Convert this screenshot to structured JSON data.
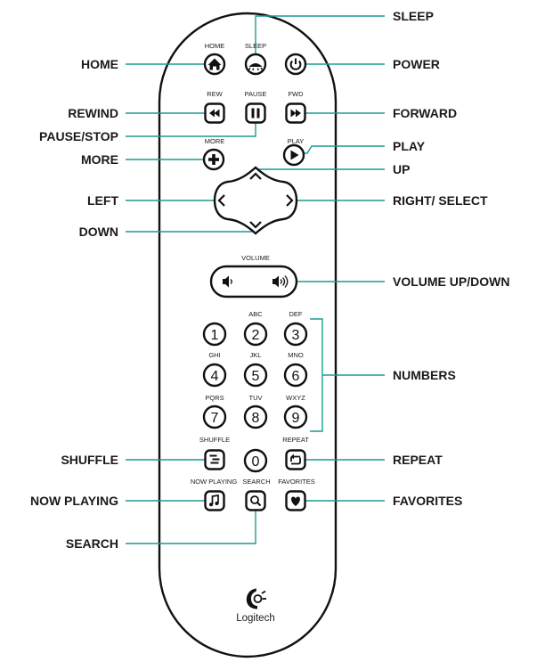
{
  "callouts": {
    "sleep": "SLEEP",
    "home": "HOME",
    "power": "POWER",
    "rewind": "REWIND",
    "forward": "FORWARD",
    "pause_stop": "PAUSE/STOP",
    "play": "PLAY",
    "more": "MORE",
    "up": "UP",
    "left": "LEFT",
    "right_select": "RIGHT/ SELECT",
    "down": "DOWN",
    "volume_up_down": "VOLUME UP/DOWN",
    "numbers": "NUMBERS",
    "shuffle": "SHUFFLE",
    "repeat": "REPEAT",
    "now_playing": "NOW PLAYING",
    "favorites": "FAVORITES",
    "search": "SEARCH"
  },
  "remote_labels": {
    "home": "HOME",
    "sleep": "SLEEP",
    "rew": "REW",
    "pause": "PAUSE",
    "fwd": "FWD",
    "more": "MORE",
    "play": "PLAY",
    "volume": "VOLUME",
    "abc": "ABC",
    "def": "DEF",
    "ghi": "GHI",
    "jkl": "JKL",
    "mno": "MNO",
    "pqrs": "PQRS",
    "tuv": "TUV",
    "wxyz": "WXYZ",
    "shuffle": "SHUFFLE",
    "repeat": "REPEAT",
    "now_playing": "NOW PLAYING",
    "search": "SEARCH",
    "favorites": "FAVORITES"
  },
  "keypad": {
    "k1": "1",
    "k2": "2",
    "k3": "3",
    "k4": "4",
    "k5": "5",
    "k6": "6",
    "k7": "7",
    "k8": "8",
    "k9": "9",
    "k0": "0"
  },
  "brand": "Logitech",
  "colors": {
    "leader_line": "#1a9c93",
    "ink": "#111111"
  }
}
